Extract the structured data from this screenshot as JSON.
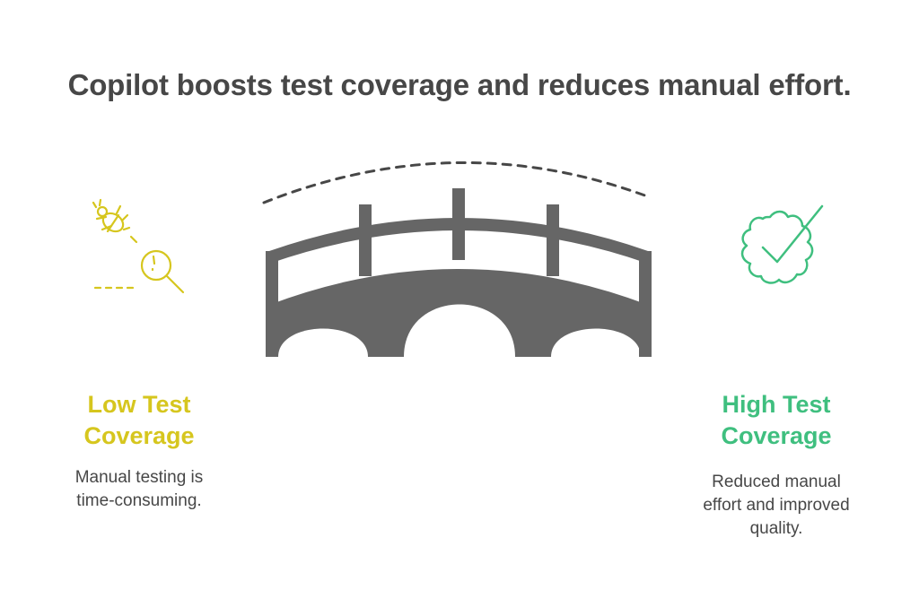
{
  "title": "Copilot boosts test coverage and reduces manual effort.",
  "left": {
    "heading_line1": "Low Test",
    "heading_line2": "Coverage",
    "description_line1": "Manual testing is",
    "description_line2": "time-consuming.",
    "color": "#d6c61e",
    "icon": "bug-magnifier-icon"
  },
  "right": {
    "heading_line1": "High Test",
    "heading_line2": "Coverage",
    "description_line1": "Reduced manual",
    "description_line2": "effort and improved",
    "description_line3": "quality.",
    "color": "#3fbf7f",
    "icon": "badge-check-icon"
  },
  "bridge": {
    "color": "#666666",
    "icon": "bridge-icon"
  }
}
